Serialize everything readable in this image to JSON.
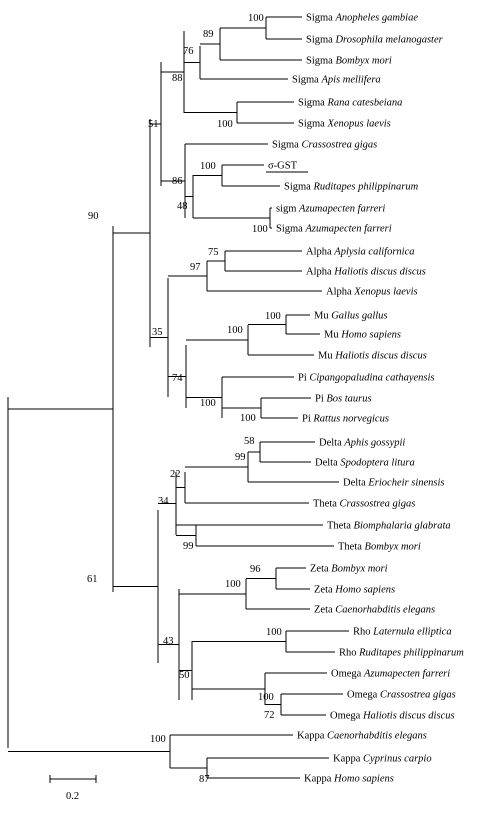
{
  "leaves": [
    {
      "id": "sigma-anopheles",
      "prefix": "Sigma",
      "species": "Anopheles gambiae"
    },
    {
      "id": "sigma-drosophila",
      "prefix": "Sigma",
      "species": "Drosophila melanogaster"
    },
    {
      "id": "sigma-bombyx",
      "prefix": "Sigma",
      "species": "Bombyx mori"
    },
    {
      "id": "sigma-apis",
      "prefix": "Sigma",
      "species": "Apis mellifera"
    },
    {
      "id": "sigma-rana",
      "prefix": "Sigma",
      "species": "Rana catesbeiana"
    },
    {
      "id": "sigma-xenopus",
      "prefix": "Sigma",
      "species": "Xenopus laevis"
    },
    {
      "id": "sigma-crassostrea",
      "prefix": "Sigma",
      "species": "Crassostrea gigas"
    },
    {
      "id": "sigma-gst",
      "prefix": "σ-GST",
      "species": "",
      "underline": true
    },
    {
      "id": "sigma-ruditapes",
      "prefix": "Sigma",
      "species": "Ruditapes philippinarum"
    },
    {
      "id": "sigm-azumapecten",
      "prefix": "sigm",
      "species": "Azumapecten farreri"
    },
    {
      "id": "sigma-azumapecten",
      "prefix": "Sigma",
      "species": "Azumapecten farreri"
    },
    {
      "id": "alpha-aplysia",
      "prefix": "Alpha",
      "species": "Aplysia californica"
    },
    {
      "id": "alpha-haliotis",
      "prefix": "Alpha",
      "species": "Haliotis discus discus"
    },
    {
      "id": "alpha-xenopus",
      "prefix": "Alpha",
      "species": "Xenopus laevis"
    },
    {
      "id": "mu-gallus",
      "prefix": "Mu",
      "species": "Gallus gallus"
    },
    {
      "id": "mu-homo",
      "prefix": "Mu",
      "species": "Homo sapiens"
    },
    {
      "id": "mu-haliotis",
      "prefix": "Mu",
      "species": "Haliotis discus discus"
    },
    {
      "id": "pi-cipangopaludina",
      "prefix": "Pi",
      "species": "Cipangopaludina cathayensis"
    },
    {
      "id": "pi-bos",
      "prefix": "Pi",
      "species": "Bos taurus"
    },
    {
      "id": "pi-rattus",
      "prefix": "Pi",
      "species": "Rattus norvegicus"
    },
    {
      "id": "delta-aphis",
      "prefix": "Delta",
      "species": "Aphis gossypii"
    },
    {
      "id": "delta-spodoptera",
      "prefix": "Delta",
      "species": "Spodoptera litura"
    },
    {
      "id": "delta-eriocheir",
      "prefix": "Delta",
      "species": "Eriocheir sinensis"
    },
    {
      "id": "theta-crassostrea",
      "prefix": "Theta",
      "species": "Crassostrea gigas"
    },
    {
      "id": "theta-biomphalaria",
      "prefix": "Theta",
      "species": "Biomphalaria glabrata"
    },
    {
      "id": "theta-bombyx",
      "prefix": "Theta",
      "species": "Bombyx mori"
    },
    {
      "id": "zeta-bombyx",
      "prefix": "Zeta",
      "species": "Bombyx mori"
    },
    {
      "id": "zeta-homo",
      "prefix": "Zeta",
      "species": "Homo sapiens"
    },
    {
      "id": "zeta-caenorhabditis",
      "prefix": "Zeta",
      "species": "Caenorhabditis elegans"
    },
    {
      "id": "rho-laternula",
      "prefix": "Rho",
      "species": "Laternula elliptica"
    },
    {
      "id": "rho-ruditapes",
      "prefix": "Rho",
      "species": "Ruditapes philippinarum"
    },
    {
      "id": "omega-azumapecten",
      "prefix": "Omega",
      "species": "Azumapecten farreri"
    },
    {
      "id": "omega-crassostrea",
      "prefix": "Omega",
      "species": "Crassostrea gigas"
    },
    {
      "id": "omega-haliotis",
      "prefix": "Omega",
      "species": "Haliotis discus discus"
    },
    {
      "id": "kappa-caenorhabditis",
      "prefix": "Kappa",
      "species": "Caenorhabditis elegans"
    },
    {
      "id": "kappa-cyprinus",
      "prefix": "Kappa",
      "species": "Cyprinus carpio"
    },
    {
      "id": "kappa-homo",
      "prefix": "Kappa",
      "species": "Homo sapiens"
    }
  ],
  "bootstrap": {
    "b100_anopheles": "100",
    "b89": "89",
    "b76": "76",
    "b88": "88",
    "b100_xenopus": "100",
    "b51": "51",
    "b100_gst": "100",
    "b86": "86",
    "b48": "48",
    "b100_azumapecten": "100",
    "b90": "90",
    "b75": "75",
    "b97": "97",
    "b35": "35",
    "b100_gallus": "100",
    "b100_mu": "100",
    "b74": "74",
    "b100_pi": "100",
    "b100_rattus": "100",
    "b58": "58",
    "b99_delta": "99",
    "b22": "22",
    "b34": "34",
    "b99_theta": "99",
    "b61": "61",
    "b96": "96",
    "b100_zeta": "100",
    "b43": "43",
    "b100_rho": "100",
    "b50": "50",
    "b100_omega": "100",
    "b72": "72",
    "b100_kappa": "100",
    "b87": "87"
  },
  "scale_bar": {
    "label": "0.2"
  }
}
